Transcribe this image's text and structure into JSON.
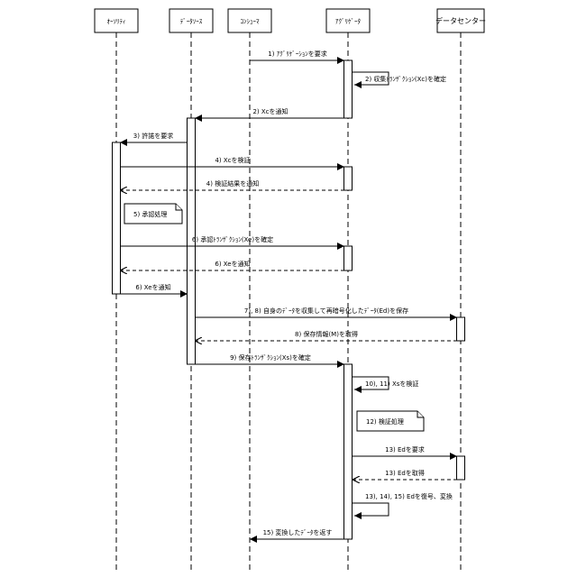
{
  "participants": [
    {
      "id": "authority",
      "label": "ｵｰｿﾘﾃｨ"
    },
    {
      "id": "datasource",
      "label": "ﾃﾞｰﾀｿｰｽ"
    },
    {
      "id": "consumer",
      "label": "ｺﾝｼｭｰﾏ"
    },
    {
      "id": "aggregator",
      "label": "ｱｸﾞﾘｹﾞｰﾀ"
    },
    {
      "id": "datacenter",
      "label": "データセンター"
    }
  ],
  "messages": [
    {
      "label": "1) ｱｸﾞﾘｹﾞｰｼｮﾝを要求",
      "from": "consumer",
      "to": "aggregator",
      "style": "solid"
    },
    {
      "label": "2) 収集ﾄﾗﾝｻﾞｸｼｮﾝ(Xc)を確定",
      "from": "aggregator",
      "to": "aggregator",
      "style": "self"
    },
    {
      "label": "2) Xcを通知",
      "from": "aggregator",
      "to": "datasource",
      "style": "solid"
    },
    {
      "label": "3) 許諾を要求",
      "from": "datasource",
      "to": "authority",
      "style": "solid"
    },
    {
      "label": "4) Xcを検証",
      "from": "authority",
      "to": "aggregator",
      "style": "solid"
    },
    {
      "label": "4) 検証結果を通知",
      "from": "aggregator",
      "to": "authority",
      "style": "dashed"
    },
    {
      "label": "6) 承認ﾄﾗﾝｻﾞｸｼｮﾝ(Xe)を確定",
      "from": "authority",
      "to": "aggregator",
      "style": "solid"
    },
    {
      "label": "6) Xeを通知",
      "from": "aggregator",
      "to": "authority",
      "style": "dashed"
    },
    {
      "label": "6) Xeを通知",
      "from": "authority",
      "to": "datasource",
      "style": "solid"
    },
    {
      "label": "7), 8) 自身のﾃﾞｰﾀを収集して再暗号化したﾃﾞｰﾀ(Ed)を保存",
      "from": "datasource",
      "to": "datacenter",
      "style": "solid"
    },
    {
      "label": "8) 保存情報(M)を取得",
      "from": "datacenter",
      "to": "datasource",
      "style": "dashed"
    },
    {
      "label": "9) 保存ﾄﾗﾝｻﾞｸｼｮﾝ(Xs)を確定",
      "from": "datasource",
      "to": "aggregator",
      "style": "solid"
    },
    {
      "label": "10), 11) Xsを検証",
      "from": "aggregator",
      "to": "aggregator",
      "style": "self"
    },
    {
      "label": "13) Edを要求",
      "from": "aggregator",
      "to": "datacenter",
      "style": "solid"
    },
    {
      "label": "13) Edを取得",
      "from": "datacenter",
      "to": "aggregator",
      "style": "dashed"
    },
    {
      "label": "13), 14), 15) Edを復号、変換",
      "from": "aggregator",
      "to": "aggregator",
      "style": "self"
    },
    {
      "label": "15) 変換したﾃﾞｰﾀを返す",
      "from": "aggregator",
      "to": "consumer",
      "style": "solid"
    }
  ],
  "notes": [
    {
      "label": "5) 承認処理"
    },
    {
      "label": "12) 検証処理"
    }
  ]
}
